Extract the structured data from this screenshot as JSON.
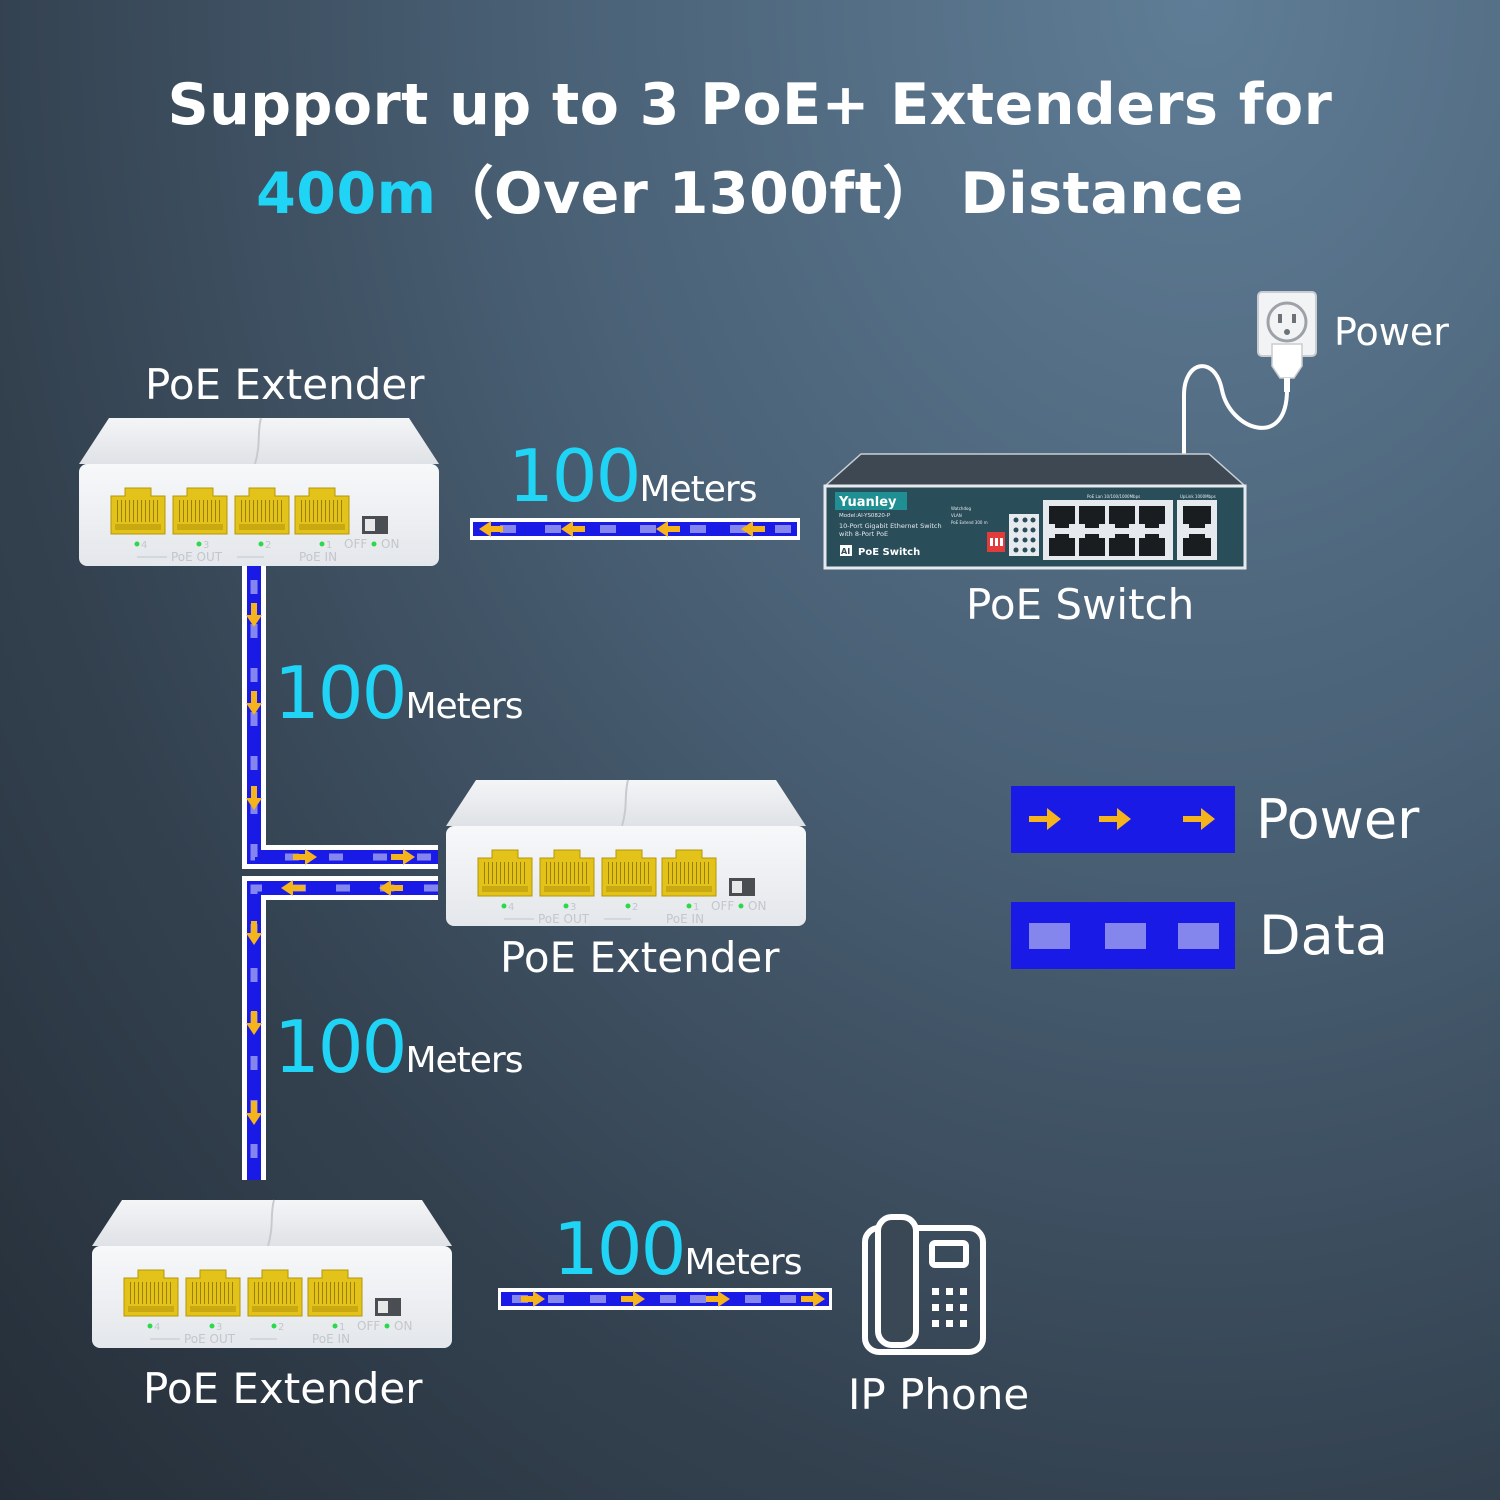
{
  "title": {
    "line1": "Support up to 3 PoE+ Extenders for",
    "distance": "400m",
    "paren": "（Over 1300ft）",
    "distance_word": "Distance"
  },
  "devices": {
    "extender_1": "PoE Extender",
    "extender_2": "PoE Extender",
    "extender_3": "PoE Extender",
    "switch": "PoE Switch",
    "phone": "IP Phone",
    "power_source": "Power"
  },
  "extender_panel": {
    "poe_out": "PoE OUT",
    "poe_in": "PoE IN",
    "off": "OFF",
    "on": "ON",
    "port_numbers": [
      "4",
      "3",
      "2",
      "1"
    ]
  },
  "switch_panel": {
    "brand": "Yuanley",
    "model": "Model:AI-YS0820-P",
    "desc1": "10-Port Gigabit Ethernet Switch",
    "desc2": "with 8-Port PoE",
    "badge": "AI",
    "poe_switch": "PoE Switch",
    "watchdog": "Watchdog",
    "vlan": "VLAN",
    "extend": "PoE Extend 300 m",
    "poe_ports": "PoE Lan 10/100/1000Mbps",
    "uplink": "UpLink 1000Mbps"
  },
  "segments": [
    {
      "number": "100",
      "unit": "Meters"
    },
    {
      "number": "100",
      "unit": "Meters"
    },
    {
      "number": "100",
      "unit": "Meters"
    },
    {
      "number": "100",
      "unit": "Meters"
    }
  ],
  "legend": {
    "power": "Power",
    "data": "Data"
  },
  "colors": {
    "accent": "#1fd4f5",
    "cable_blue": "#1a1ae6",
    "power_arrow": "#f5b31c",
    "data_block": "#8585ee",
    "port_yellow": "#e3c21a",
    "led_green": "#2bd94a"
  }
}
